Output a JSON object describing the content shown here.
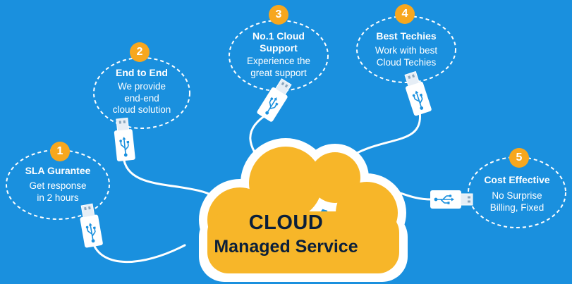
{
  "center": {
    "title": "CLOUD",
    "subtitle": "Managed Service"
  },
  "colors": {
    "background": "#1a90de",
    "cloud_fill": "#f7b629",
    "cloud_outline": "#ffffff",
    "badge": "#f7a71e",
    "text_dark": "#0b1f3a",
    "text_light": "#ffffff"
  },
  "nodes": [
    {
      "number": "1",
      "title": "SLA Gurantee",
      "desc_line1": "Get response",
      "desc_line2": "in 2 hours",
      "desc_line3": ""
    },
    {
      "number": "2",
      "title": "End to End",
      "desc_line1": "We provide",
      "desc_line2": "end-end",
      "desc_line3": "cloud solution"
    },
    {
      "number": "3",
      "title": "No.1 Cloud",
      "title_line2": "Support",
      "desc_line1": "Experience the",
      "desc_line2": "great support",
      "desc_line3": ""
    },
    {
      "number": "4",
      "title": "Best Techies",
      "desc_line1": "Work with best",
      "desc_line2": "Cloud Techies",
      "desc_line3": ""
    },
    {
      "number": "5",
      "title": "Cost Effective",
      "desc_line1": "No Surprise",
      "desc_line2": "Billing, Fixed",
      "desc_line3": ""
    }
  ],
  "connector_icon": "usb-icon"
}
